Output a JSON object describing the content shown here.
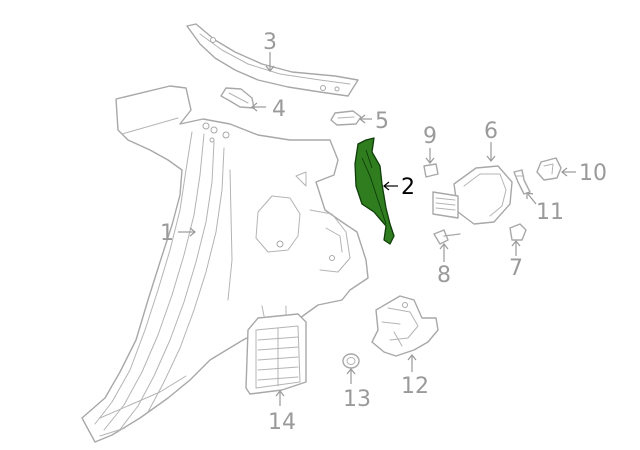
{
  "diagram": {
    "highlight_color": "#2f7d1f",
    "line_color": "#a8a8a8",
    "label_color": "#9a9a9a",
    "active_label_color": "#000000",
    "callouts": [
      {
        "id": "1",
        "label": "1",
        "part": "quarter-panel",
        "active": false
      },
      {
        "id": "2",
        "label": "2",
        "part": "inner-bracket",
        "active": true
      },
      {
        "id": "3",
        "label": "3",
        "part": "roof-rail",
        "active": false
      },
      {
        "id": "4",
        "label": "4",
        "part": "small-bracket",
        "active": false
      },
      {
        "id": "5",
        "label": "5",
        "part": "filler-piece",
        "active": false
      },
      {
        "id": "6",
        "label": "6",
        "part": "fuel-door",
        "active": false
      },
      {
        "id": "7",
        "label": "7",
        "part": "bumper-stop",
        "active": false
      },
      {
        "id": "8",
        "label": "8",
        "part": "screw",
        "active": false
      },
      {
        "id": "9",
        "label": "9",
        "part": "small-pad",
        "active": false
      },
      {
        "id": "10",
        "label": "10",
        "part": "clip",
        "active": false
      },
      {
        "id": "11",
        "label": "11",
        "part": "spring",
        "active": false
      },
      {
        "id": "12",
        "label": "12",
        "part": "filler-housing",
        "active": false
      },
      {
        "id": "13",
        "label": "13",
        "part": "grommet",
        "active": false
      },
      {
        "id": "14",
        "label": "14",
        "part": "vent-grille",
        "active": false
      }
    ]
  }
}
